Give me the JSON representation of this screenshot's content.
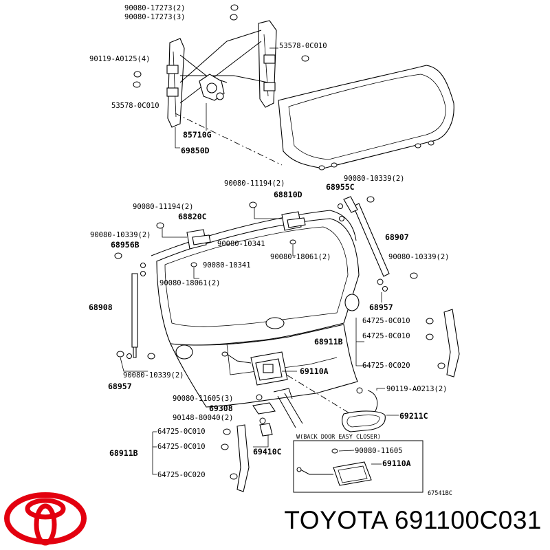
{
  "brand": {
    "logo_name": "toyota-logo",
    "logo_color": "#e3000f",
    "caption": "TOYOTA 691100C031"
  },
  "diagram": {
    "ref_code": "67541BC",
    "inset_title": "W(BACK DOOR EASY CLOSER)",
    "labels": {
      "p1": "90080-17273(2)",
      "p2": "90080-17273(3)",
      "p3": "53578-0C010",
      "p4": "90119-A0125(4)",
      "p5": "53578-0C010",
      "p6": "85710G",
      "p7": "69850D",
      "p8": "90080-11194(2)",
      "p9": "90080-10339(2)",
      "p10": "68955C",
      "p11": "68810D",
      "p12": "90080-11194(2)",
      "p13": "68820C",
      "p14": "90080-10339(2)",
      "p15": "68956B",
      "p16": "90080-10341",
      "p17": "68907",
      "p18": "90080-18061(2)",
      "p19": "90080-10339(2)",
      "p20": "90080-10341",
      "p21": "90080-18061(2)",
      "p22": "68908",
      "p23": "68957",
      "p24": "64725-0C010",
      "p25": "68911B",
      "p26": "64725-0C010",
      "p27": "64725-0C020",
      "p28": "69110A",
      "p29": "90080-10339(2)",
      "p30": "68957",
      "p31": "90119-A0213(2)",
      "p32": "90080-11605(3)",
      "p33": "69308",
      "p34": "69211C",
      "p35": "90148-80040(2)",
      "p36": "64725-0C010",
      "p37": "68911B",
      "p38": "64725-0C010",
      "p39": "69410C",
      "p40": "64725-0C020",
      "p41": "90080-11605",
      "p42": "69110A"
    }
  }
}
